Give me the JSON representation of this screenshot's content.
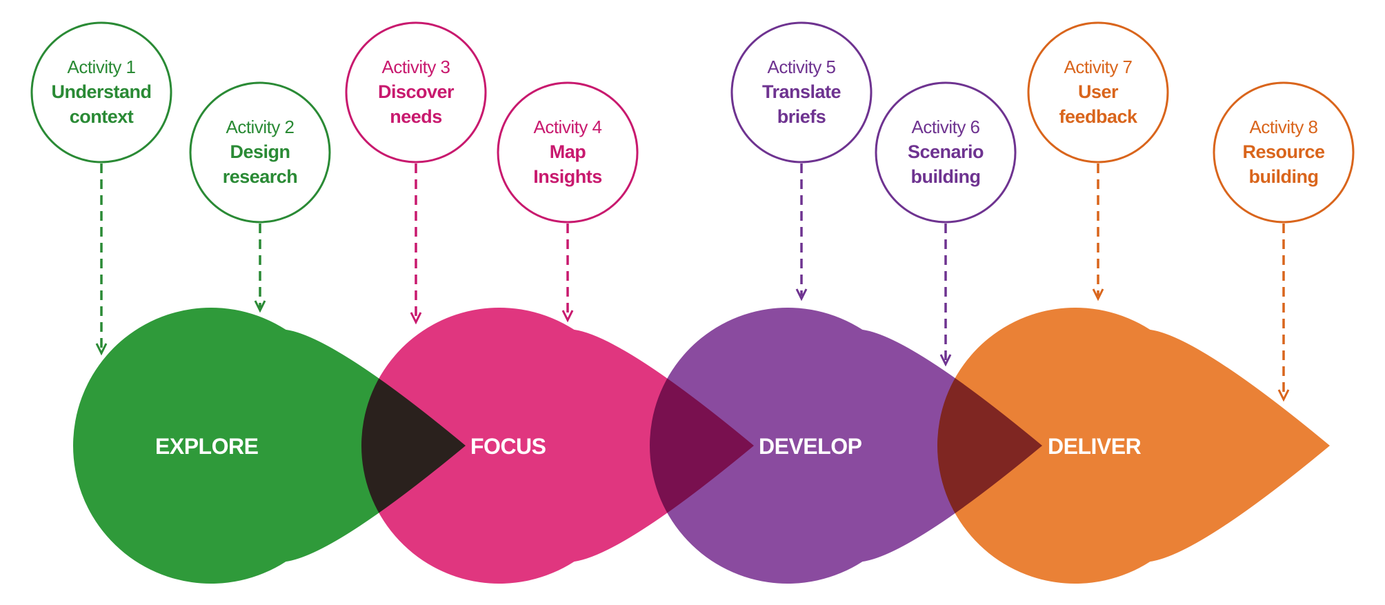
{
  "phases": [
    {
      "label": "EXPLORE",
      "color": "#2f9a3a"
    },
    {
      "label": "FOCUS",
      "color": "#e0367f"
    },
    {
      "label": "DEVELOP",
      "color": "#8a4b9f"
    },
    {
      "label": "DELIVER",
      "color": "#ea8136"
    }
  ],
  "activities": [
    {
      "number": "Activity 1",
      "title": [
        "Understand",
        "context"
      ],
      "phase": 0
    },
    {
      "number": "Activity 2",
      "title": [
        "Design",
        "research"
      ],
      "phase": 0
    },
    {
      "number": "Activity 3",
      "title": [
        "Discover",
        "needs"
      ],
      "phase": 1
    },
    {
      "number": "Activity 4",
      "title": [
        "Map",
        "Insights"
      ],
      "phase": 1
    },
    {
      "number": "Activity 5",
      "title": [
        "Translate",
        "briefs"
      ],
      "phase": 2
    },
    {
      "number": "Activity 6",
      "title": [
        "Scenario",
        "building"
      ],
      "phase": 2
    },
    {
      "number": "Activity 7",
      "title": [
        "User",
        "feedback"
      ],
      "phase": 3
    },
    {
      "number": "Activity 8",
      "title": [
        "Resource",
        "building"
      ],
      "phase": 3
    }
  ],
  "text_colors": [
    "#2a8a35",
    "#c8196e",
    "#6e3390",
    "#d9651c"
  ]
}
